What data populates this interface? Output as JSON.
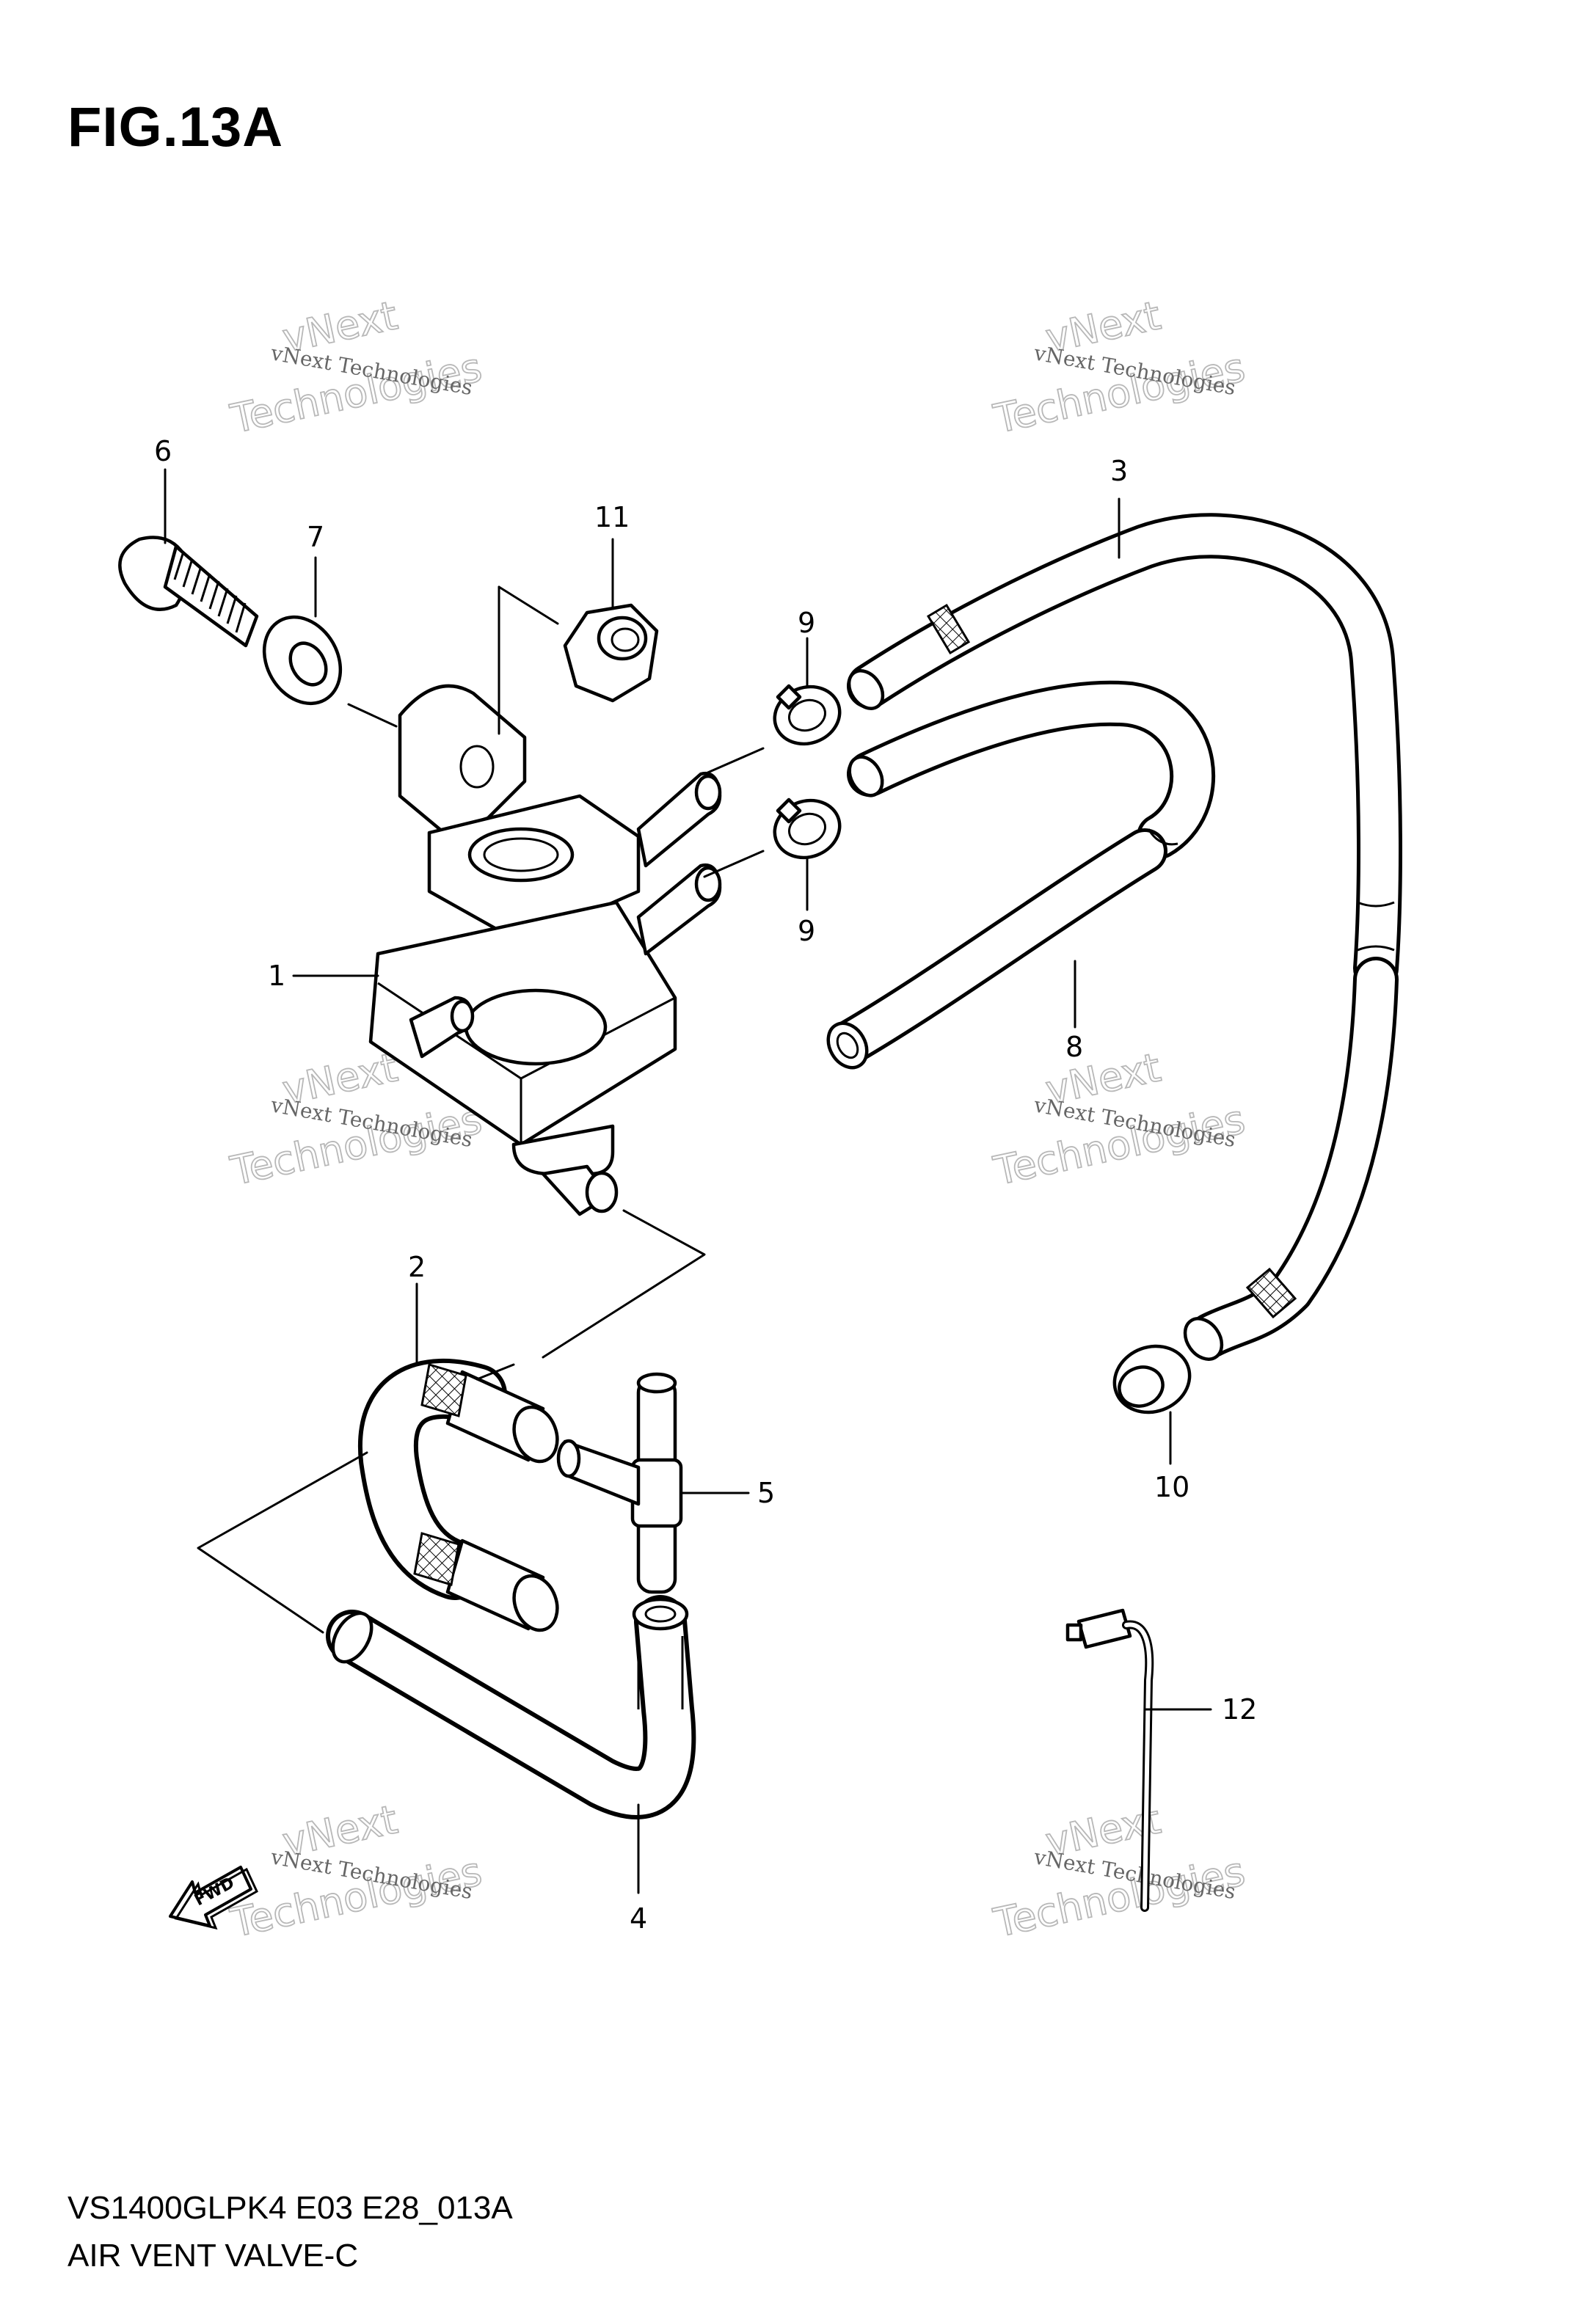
{
  "figure": {
    "title": "FIG.13A",
    "code": "VS1400GLPK4 E03 E28_013A",
    "name": "AIR VENT VALVE-C"
  },
  "callouts": [
    "6",
    "7",
    "11",
    "3",
    "9",
    "9",
    "1",
    "8",
    "2",
    "5",
    "10",
    "4",
    "12"
  ],
  "fwd_label": "FWD",
  "watermark": {
    "line1": "vNext Technologies",
    "line2": "vNext",
    "line3": "Technologies"
  }
}
